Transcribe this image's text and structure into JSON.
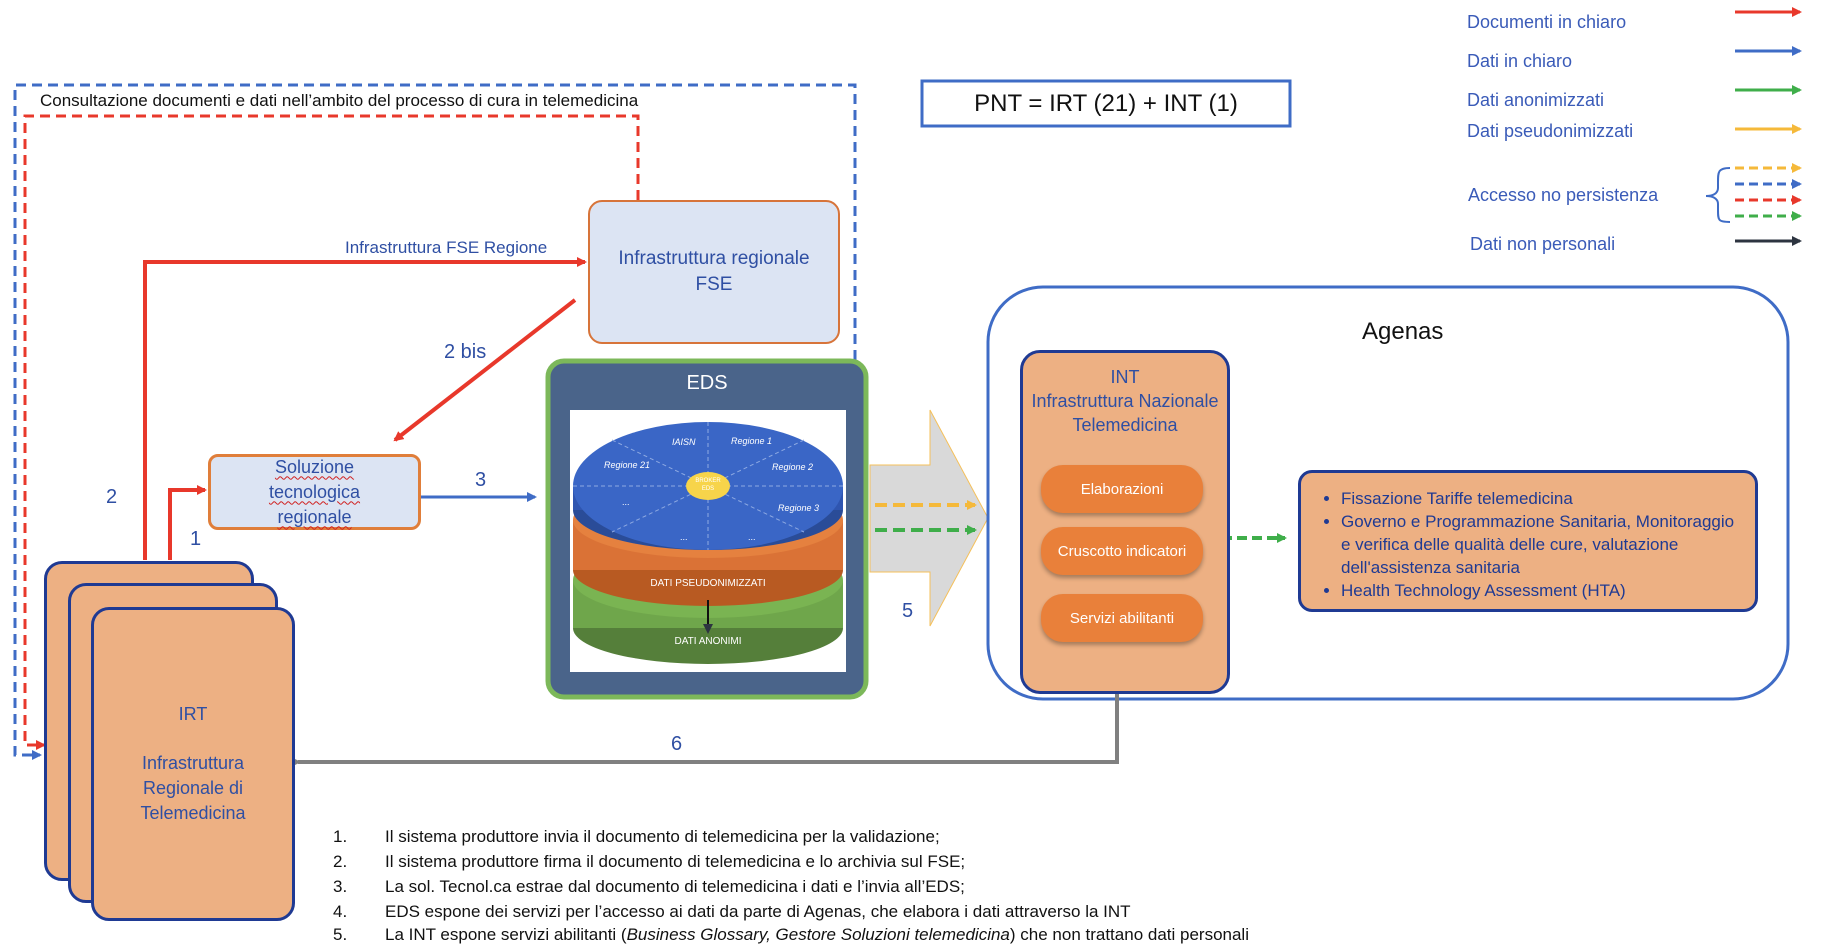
{
  "legend": {
    "items": [
      {
        "label": "Documenti in chiaro",
        "color": "#E8382B"
      },
      {
        "label": "Dati in chiaro",
        "color": "#3F6CC6"
      },
      {
        "label": "Dati anonimizzati",
        "color": "#3FAE4A"
      },
      {
        "label": "Dati pseudonimizzati",
        "color": "#F5B93A"
      },
      {
        "label": "Accesso no persistenza",
        "color": "dashed"
      },
      {
        "label": "Dati non personali",
        "color": "#2D3440"
      }
    ]
  },
  "formula": "PNT = IRT (21) + INT (1)",
  "consultation_label": "Consultazione documenti e dati nell’ambito del processo di cura in telemedicina",
  "fse_link_label": "Infrastruttura FSE Regione",
  "fse_box": {
    "line1": "Infrastruttura  regionale",
    "line2": "FSE"
  },
  "soluzione_box": {
    "line1": "Soluzione",
    "line2": "tecnologica",
    "line3": "regionale"
  },
  "eds": {
    "title": "EDS",
    "disc_top_labels": [
      "IAISN",
      "Regione 1",
      "Regione 2",
      "Regione 21",
      "Regione 3",
      "...",
      "...",
      "..."
    ],
    "center_label_1": "BROKER",
    "center_label_2": "EDS",
    "middle_label": "DATI PSEUDONIMIZZATI",
    "bottom_label": "DATI ANONIMI"
  },
  "irt_box": {
    "line1": "IRT",
    "line2": "Infrastruttura",
    "line3": "Regionale di",
    "line4": "Telemedicina"
  },
  "agenas": {
    "title": "Agenas",
    "int_box": {
      "line1": "INT",
      "line2": "Infrastruttura Nazionale",
      "line3": "Telemedicina"
    },
    "buttons": [
      "Elaborazioni",
      "Cruscotto indicatori",
      "Servizi abilitanti"
    ],
    "bullets": [
      "Fissazione Tariffe telemedicina",
      "Governo e Programmazione Sanitaria, Monitoraggio e verifica delle qualità delle cure, valutazione dell'assistenza sanitaria",
      "Health Technology Assessment (HTA)"
    ]
  },
  "numbers": {
    "n1": "1",
    "n2": "2",
    "n2bis": "2 bis",
    "n3": "3",
    "n5": "5",
    "n6": "6"
  },
  "steps": [
    {
      "num": "1.",
      "text": "Il sistema produttore invia il documento di telemedicina per la validazione;"
    },
    {
      "num": "2.",
      "text": "Il sistema produttore firma il documento di telemedicina e lo archivia sul FSE;"
    },
    {
      "num": "3.",
      "text": "La sol. Tecnol.ca estrae dal documento di telemedicina i dati e l’invia all’EDS;"
    },
    {
      "num": "4.",
      "text": "EDS espone dei servizi per l’accesso ai dati da parte di Agenas, che elabora i dati attraverso la INT"
    },
    {
      "num": "5.",
      "text_prefix": "La INT espone servizi abilitanti (",
      "text_italic": "Business Glossary, Gestore Soluzioni telemedicina",
      "text_suffix": ") che non trattano dati personali"
    }
  ]
}
